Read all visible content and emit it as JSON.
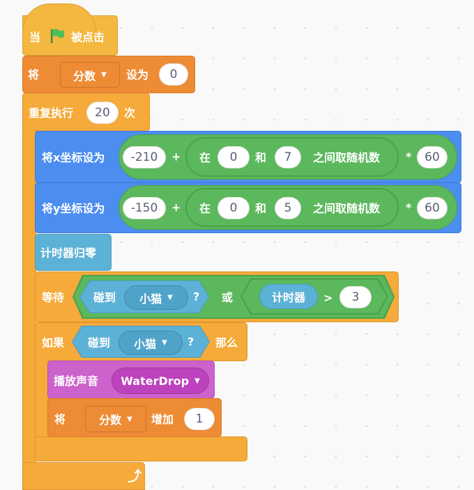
{
  "hat": {
    "when": "当",
    "flag_icon": "green-flag-icon",
    "clicked": "被点击"
  },
  "set_var": {
    "label": "将",
    "variable": "分数",
    "to": "设为",
    "value": "0"
  },
  "repeat": {
    "label": "重复执行",
    "count": "20",
    "times": "次"
  },
  "set_x": {
    "label": "将x坐标设为",
    "base": "-210",
    "plus": "+",
    "in": "在",
    "from": "0",
    "and": "和",
    "to": "7",
    "random": "之间取随机数",
    "times": "*",
    "factor": "60"
  },
  "set_y": {
    "label": "将y坐标设为",
    "base": "-150",
    "plus": "+",
    "in": "在",
    "from": "0",
    "and": "和",
    "to": "5",
    "random": "之间取随机数",
    "times": "*",
    "factor": "60"
  },
  "reset_timer": {
    "label": "计时器归零"
  },
  "wait": {
    "label": "等待",
    "touching": "碰到",
    "sprite": "小猫",
    "question": "?",
    "or": "或",
    "timer": "计时器",
    "gt": ">",
    "threshold": "3"
  },
  "if": {
    "label": "如果",
    "touching": "碰到",
    "sprite": "小猫",
    "question": "?",
    "then": "那么"
  },
  "play_sound": {
    "label": "播放声音",
    "sound": "WaterDrop"
  },
  "change_var": {
    "label": "将",
    "variable": "分数",
    "by": "增加",
    "value": "1"
  },
  "loop_arrow_icon": "loop-arrow-icon"
}
